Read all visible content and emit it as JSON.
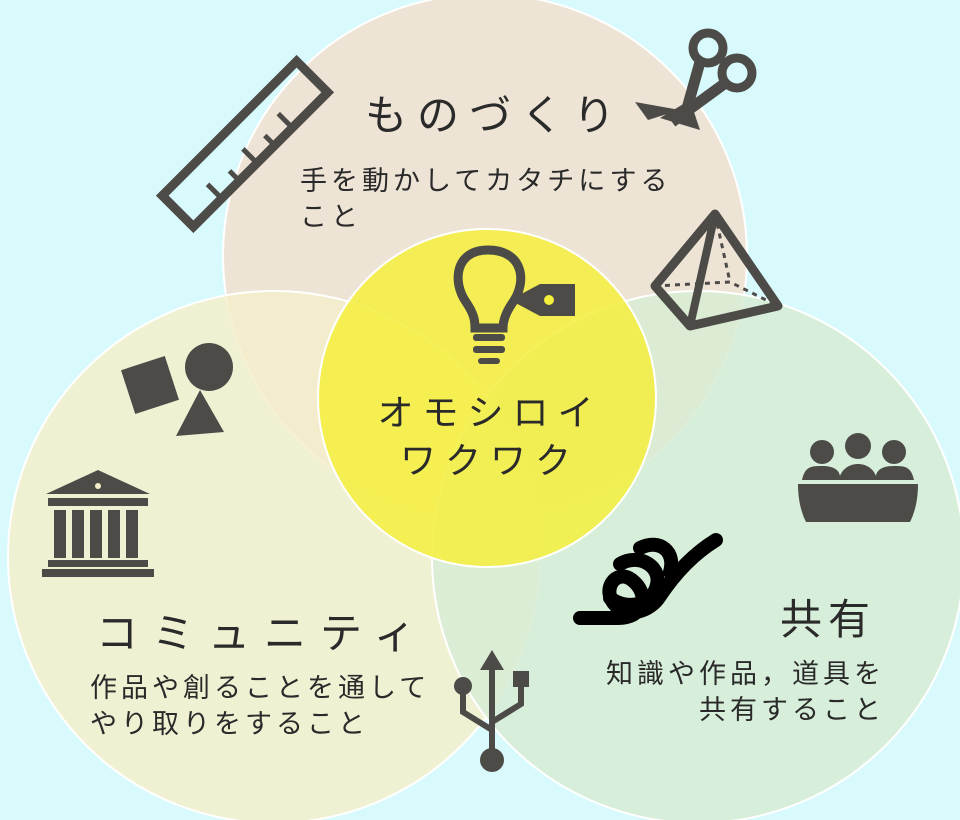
{
  "colors": {
    "background": "#d8fafc",
    "circle_monozukuri": "#f2dfcf",
    "circle_community": "#f5eecb",
    "circle_share": "#d7ecd3",
    "circle_center": "#f4ee3c",
    "icon": "#4d4b48"
  },
  "circles": {
    "monozukuri": {
      "title": "ものづくり",
      "description": "手を動かしてカタチにすること",
      "icons": [
        "scissors-icon",
        "ruler-icon",
        "pyramid-icon"
      ]
    },
    "community": {
      "title": "コミュニティ",
      "description": "作品や創ることを通してやり取りをすること",
      "icons": [
        "shapes-icon",
        "building-icon"
      ]
    },
    "share": {
      "title": "共有",
      "description": "知識や作品，道具を共有すること",
      "icons": [
        "people-icon",
        "knot-icon",
        "usb-icon"
      ]
    },
    "center": {
      "line1": "オモシロイ",
      "line2": "ワクワク",
      "icons": [
        "lightbulb-tag-icon"
      ]
    }
  }
}
